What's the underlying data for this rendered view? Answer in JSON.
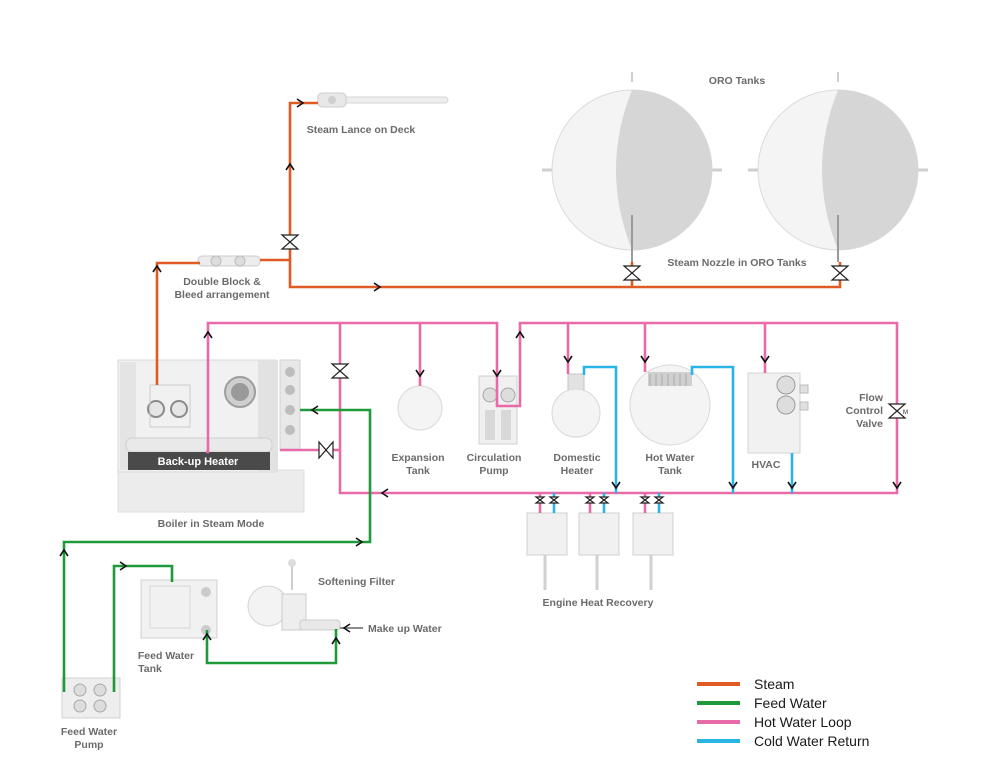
{
  "colors": {
    "steam": "#e05a24",
    "feed_water": "#1f9a3a",
    "hot_water_loop": "#e86aa8",
    "cold_water_return": "#29b4e6"
  },
  "labels": {
    "steam_lance": "Steam Lance on Deck",
    "double_block_1": "Double Block &",
    "double_block_2": "Bleed arrangement",
    "oro_tanks": "ORO Tanks",
    "steam_nozzle": "Steam Nozzle in ORO Tanks",
    "backup_heater": "Back-up Heater",
    "boiler": "Boiler in Steam Mode",
    "expansion_1": "Expansion",
    "expansion_2": "Tank",
    "circulation_1": "Circulation",
    "circulation_2": "Pump",
    "domestic_1": "Domestic",
    "domestic_2": "Heater",
    "hotwater_1": "Hot Water",
    "hotwater_2": "Tank",
    "hvac": "HVAC",
    "flow_1": "Flow",
    "flow_2": "Control",
    "flow_3": "Valve",
    "engine_heat": "Engine Heat Recovery",
    "softening": "Softening Filter",
    "makeup": "Make up Water",
    "feed_tank_1": "Feed Water",
    "feed_tank_2": "Tank",
    "feed_pump_1": "Feed Water",
    "feed_pump_2": "Pump"
  },
  "legend": [
    {
      "label": "Steam",
      "color": "#e05a24"
    },
    {
      "label": "Feed Water",
      "color": "#1f9a3a"
    },
    {
      "label": "Hot Water Loop",
      "color": "#e86aa8"
    },
    {
      "label": "Cold Water Return",
      "color": "#29b4e6"
    }
  ]
}
